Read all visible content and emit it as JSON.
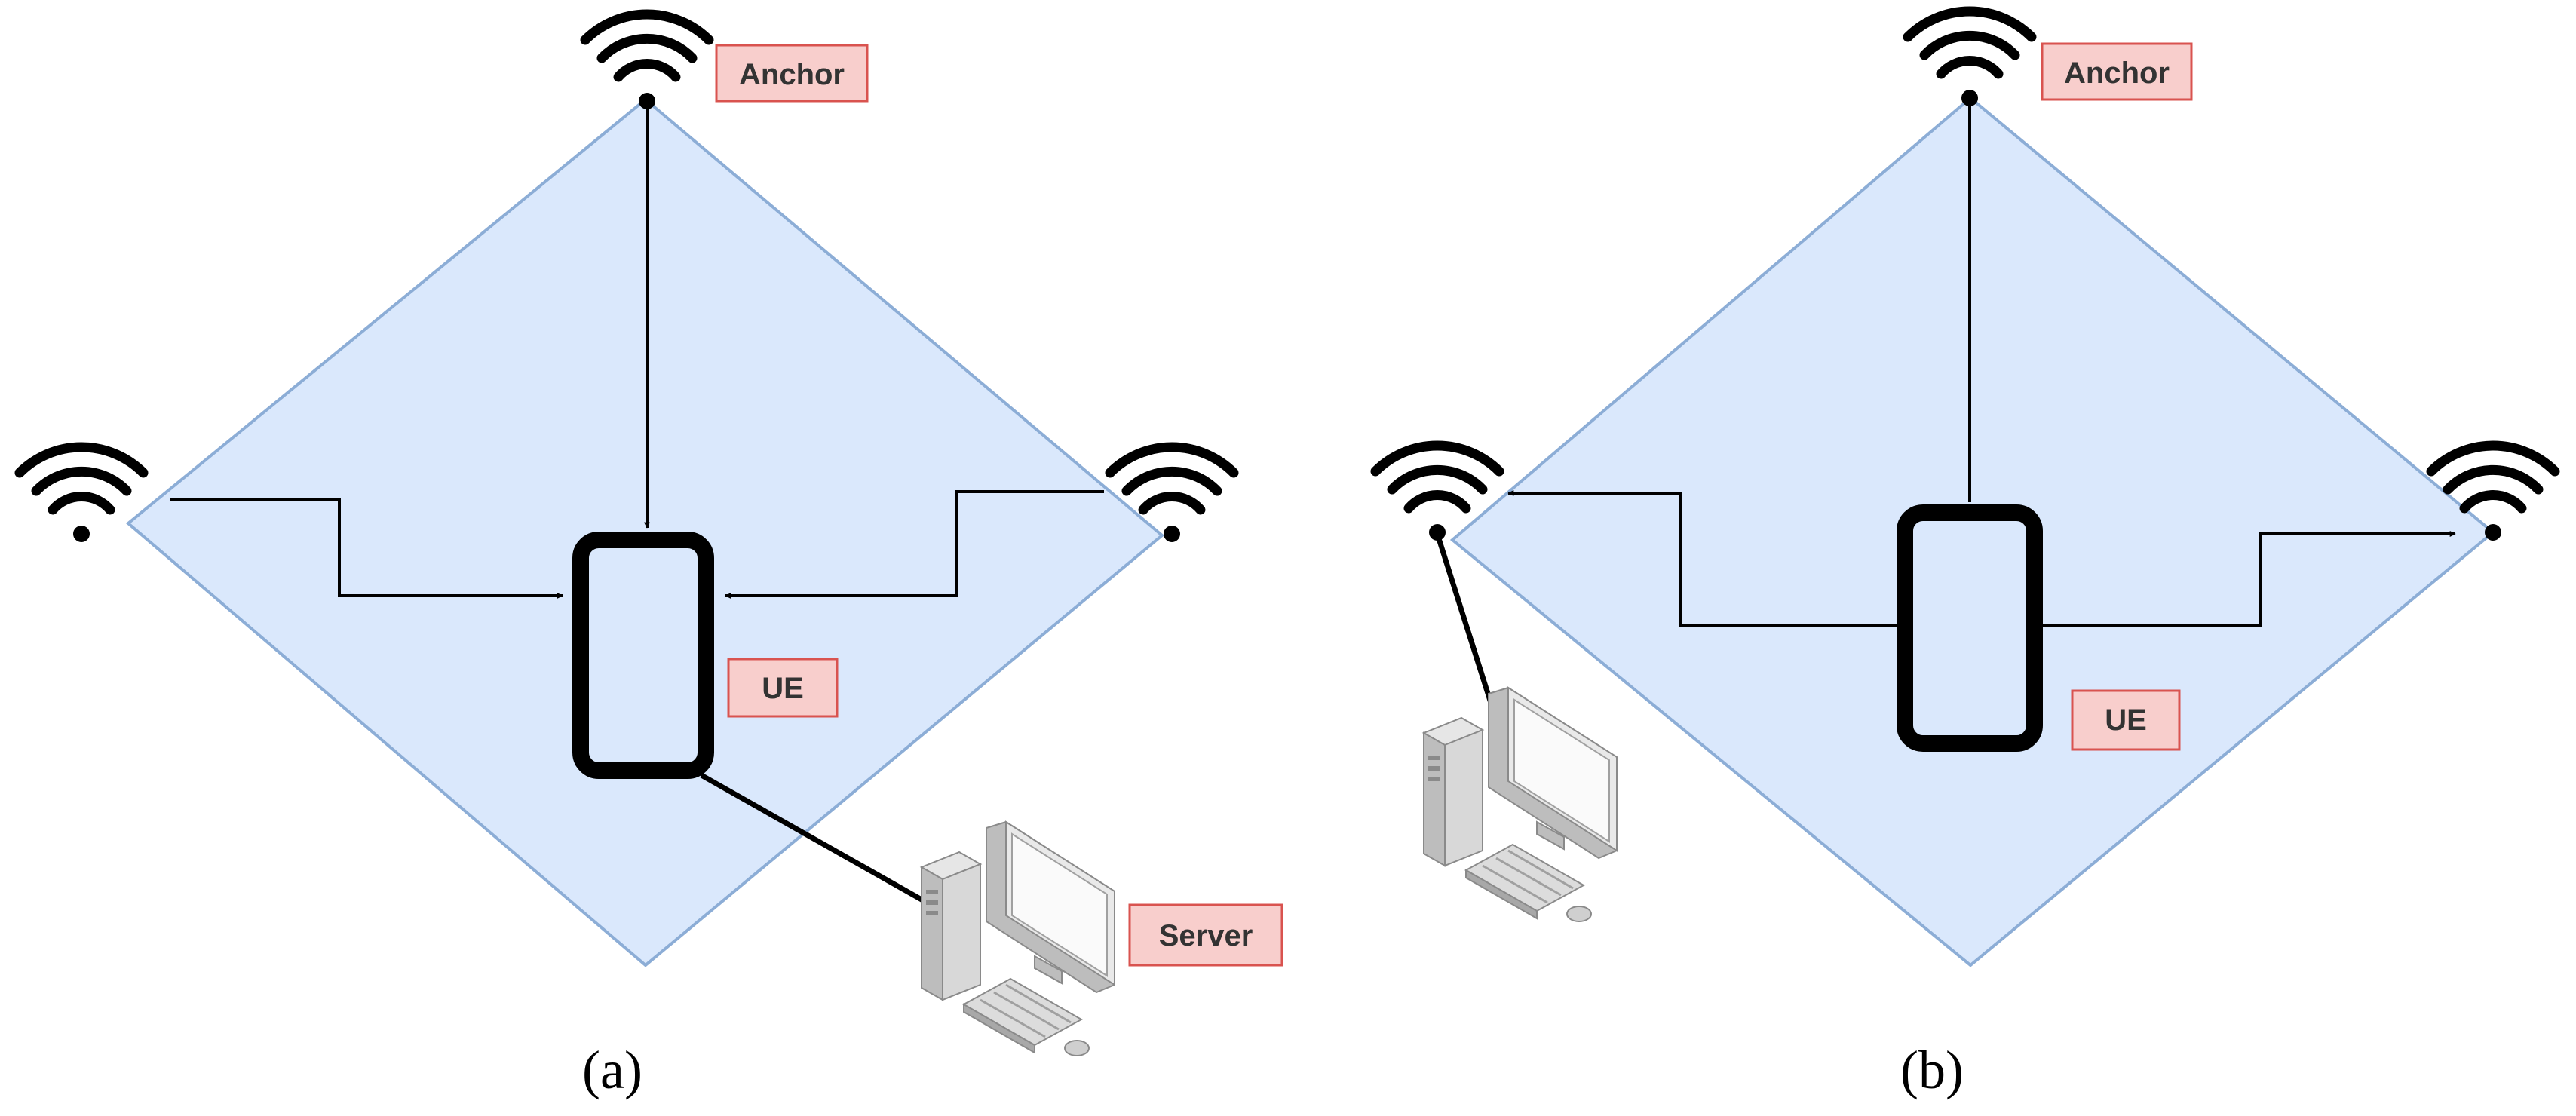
{
  "panels": {
    "a": {
      "caption": "(a)",
      "labels": {
        "anchor": "Anchor",
        "ue": "UE",
        "server": "Server"
      }
    },
    "b": {
      "caption": "(b)",
      "labels": {
        "anchor": "Anchor",
        "ue": "UE"
      }
    }
  },
  "colors": {
    "area_fill": "#dae8fc",
    "area_stroke": "#8cadd6",
    "label_fill": "#f8cecc",
    "label_stroke": "#d9534f",
    "ink": "#000000"
  },
  "icons": [
    "wifi-icon",
    "smartphone-icon",
    "desktop-computer-icon"
  ]
}
